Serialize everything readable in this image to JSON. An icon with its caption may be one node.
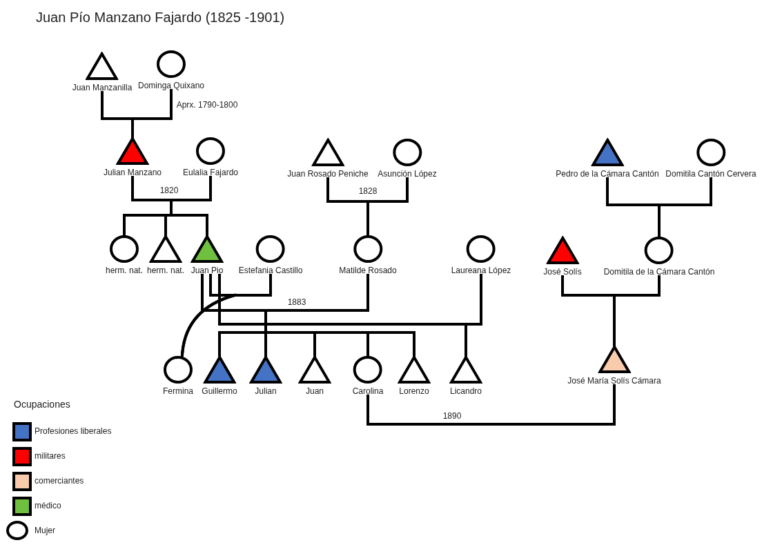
{
  "diagram": {
    "title": "Juan Pío Manzano Fajardo (1825 -1901)",
    "nodes": [
      {
        "text": [
          "Juan Manzanilla"
        ]
      },
      {
        "text": [
          "Dominga Quixano"
        ]
      },
      {
        "text": [
          "Julian Manzano"
        ]
      },
      {
        "text": [
          "Eulalia Fajardo"
        ]
      },
      {
        "text": [
          "Juan Rosado Peniche"
        ]
      },
      {
        "text": [
          "Asunción López"
        ]
      },
      {
        "text": [
          "Pedro de la Cámara Cantón"
        ]
      },
      {
        "text": [
          "Domitila Cantón Cervera"
        ]
      },
      {
        "text": [
          "herm. nat."
        ]
      },
      {
        "text": [
          "herm. nat."
        ]
      },
      {
        "text": [
          "Juan Pio"
        ]
      },
      {
        "text": [
          "Estefania Castillo"
        ]
      },
      {
        "text": [
          "Matilde Rosado"
        ]
      },
      {
        "text": [
          "Laureana López"
        ]
      },
      {
        "text": [
          "José Solís"
        ]
      },
      {
        "text": [
          "Domitila de la Cámara Cantón"
        ]
      },
      {
        "text": [
          "Fermina"
        ]
      },
      {
        "text": [
          "Guillermo"
        ]
      },
      {
        "text": [
          "Julian"
        ]
      },
      {
        "text": [
          "Juan"
        ]
      },
      {
        "text": [
          "Carolina"
        ]
      },
      {
        "text": [
          "Lorenzo"
        ]
      },
      {
        "text": [
          "Licandro"
        ]
      },
      {
        "text": [
          "José María Solís Cámara"
        ]
      }
    ],
    "edges": [
      {
        "from": 0,
        "to": 1,
        "arrow": "none",
        "label": "Aprx. 1790-1800"
      },
      {
        "from": 0,
        "to": 2,
        "arrow": "none"
      },
      {
        "from": 1,
        "to": 2,
        "arrow": "none"
      },
      {
        "from": 2,
        "to": 3,
        "arrow": "none",
        "label": "1820"
      },
      {
        "from": 2,
        "to": 8,
        "arrow": "none"
      },
      {
        "from": 3,
        "to": 8,
        "arrow": "none"
      },
      {
        "from": 2,
        "to": 9,
        "arrow": "none"
      },
      {
        "from": 3,
        "to": 9,
        "arrow": "none"
      },
      {
        "from": 2,
        "to": 10,
        "arrow": "none"
      },
      {
        "from": 3,
        "to": 10,
        "arrow": "none"
      },
      {
        "from": 4,
        "to": 5,
        "arrow": "none",
        "label": "1828"
      },
      {
        "from": 4,
        "to": 12,
        "arrow": "none"
      },
      {
        "from": 5,
        "to": 12,
        "arrow": "none"
      },
      {
        "from": 6,
        "to": 7,
        "arrow": "none"
      },
      {
        "from": 6,
        "to": 15,
        "arrow": "none"
      },
      {
        "from": 7,
        "to": 15,
        "arrow": "none"
      },
      {
        "from": 10,
        "to": 11,
        "arrow": "none"
      },
      {
        "from": 10,
        "to": 16,
        "arrow": "none"
      },
      {
        "from": 11,
        "to": 16,
        "arrow": "none"
      },
      {
        "from": 10,
        "to": 12,
        "arrow": "none",
        "label": "1883"
      },
      {
        "from": 10,
        "to": 17,
        "arrow": "none"
      },
      {
        "from": 12,
        "to": 17,
        "arrow": "none"
      },
      {
        "from": 10,
        "to": 18,
        "arrow": "none"
      },
      {
        "from": 12,
        "to": 18,
        "arrow": "none"
      },
      {
        "from": 10,
        "to": 19,
        "arrow": "none"
      },
      {
        "from": 12,
        "to": 19,
        "arrow": "none"
      },
      {
        "from": 10,
        "to": 20,
        "arrow": "none"
      },
      {
        "from": 12,
        "to": 20,
        "arrow": "none"
      },
      {
        "from": 10,
        "to": 21,
        "arrow": "none"
      },
      {
        "from": 12,
        "to": 21,
        "arrow": "none"
      },
      {
        "from": 10,
        "to": 13,
        "arrow": "none"
      },
      {
        "from": 10,
        "to": 22,
        "arrow": "none"
      },
      {
        "from": 13,
        "to": 22,
        "arrow": "none"
      },
      {
        "from": 14,
        "to": 15,
        "arrow": "none"
      },
      {
        "from": 14,
        "to": 23,
        "arrow": "none"
      },
      {
        "from": 15,
        "to": 23,
        "arrow": "none"
      },
      {
        "from": 20,
        "to": 23,
        "arrow": "none",
        "label": "1890"
      }
    ],
    "labels": [
      "Ocupaciones"
    ],
    "legend": [
      {
        "text": "Profesiones liberales",
        "color": "#4472c4"
      },
      {
        "text": "militares",
        "color": "#ff0000"
      },
      {
        "text": "comerciantes",
        "color": "#f8cbad"
      },
      {
        "text": "médico",
        "color": "#70c040"
      },
      {
        "text": "Mujer"
      }
    ]
  }
}
